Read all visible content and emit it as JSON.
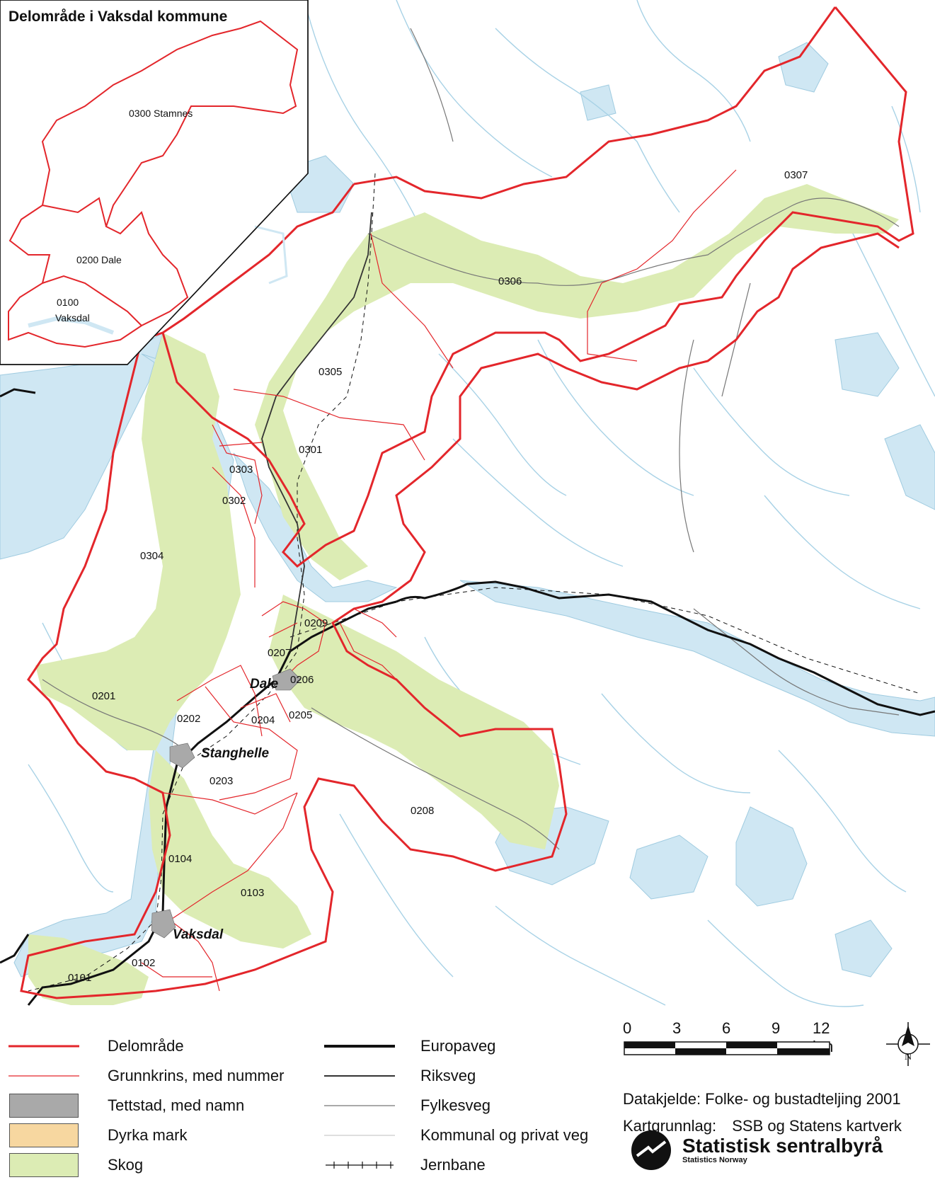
{
  "inset": {
    "title": "Delområde i Vaksdal kommune",
    "areas": [
      "0300 Stamnes",
      "0200 Dale",
      "0100",
      "Vaksdal"
    ]
  },
  "map": {
    "grunnkrins_labels": [
      "0307",
      "0306",
      "0305",
      "0301",
      "0303",
      "0302",
      "0304",
      "0209",
      "0207",
      "0206",
      "0201",
      "0202",
      "0204",
      "0205",
      "0203",
      "0208",
      "0104",
      "0103",
      "0102",
      "0101"
    ],
    "tettstader": [
      "Dale",
      "Stanghelle",
      "Vaksdal"
    ]
  },
  "legend": {
    "left": [
      "Delområde",
      "Grunnkrins, med nummer",
      "Tettstad, med namn",
      "Dyrka mark",
      "Skog"
    ],
    "right": [
      "Europaveg",
      "Riksveg",
      "Fylkesveg",
      "Kommunal og privat veg",
      "Jernbane"
    ]
  },
  "scale": {
    "ticks": [
      "0",
      "3",
      "6",
      "9",
      "12 km"
    ]
  },
  "north_label": "N",
  "source": {
    "data": "Datakjelde: Folke- og bustadteljing 2001",
    "map_label": "Kartgrunnlag:",
    "map_value": "SSB og Statens kartverk"
  },
  "brand": {
    "name": "Statistisk sentralbyrå",
    "sub": "Statistics Norway"
  },
  "colors": {
    "delomrade": "#e3262b",
    "grunnkrins": "#e3262b",
    "water": "#cfe7f3",
    "forest": "#dcecb4",
    "tettstad": "#a9a9a9",
    "dyrka": "#f7d7a0",
    "road": "#111111"
  },
  "icons": [
    "north-arrow-icon",
    "ssb-logo-icon"
  ]
}
